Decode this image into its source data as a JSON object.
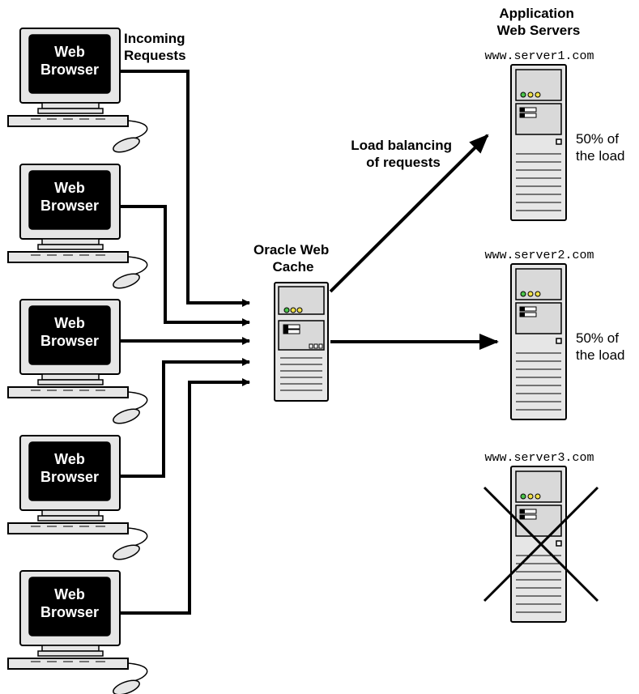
{
  "labels": {
    "incoming_requests": [
      "Incoming",
      "Requests"
    ],
    "app_servers": [
      "Application",
      "Web Servers"
    ],
    "load_balancing": [
      "Load balancing",
      "of  requests"
    ],
    "cache": [
      "Oracle Web",
      "Cache"
    ]
  },
  "browsers": [
    {
      "line1": "Web",
      "line2": "Browser"
    },
    {
      "line1": "Web",
      "line2": "Browser"
    },
    {
      "line1": "Web",
      "line2": "Browser"
    },
    {
      "line1": "Web",
      "line2": "Browser"
    },
    {
      "line1": "Web",
      "line2": "Browser"
    }
  ],
  "servers": [
    {
      "host": "www.server1.com",
      "load": [
        "50% of",
        "the load"
      ],
      "status": "active"
    },
    {
      "host": "www.server2.com",
      "load": [
        "50% of",
        "the load"
      ],
      "status": "active"
    },
    {
      "host": "www.server3.com",
      "load": [],
      "status": "down"
    }
  ],
  "colors": {
    "led_green": "#4bc44b",
    "led_yellow": "#f2e24a",
    "tower_fill": "#e6e6e6",
    "screen": "#000000"
  }
}
